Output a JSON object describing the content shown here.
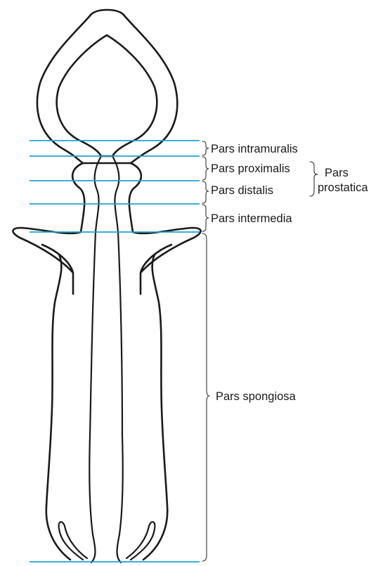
{
  "labels": {
    "intramuralis": "Pars intramuralis",
    "proximalis": "Pars proximalis",
    "distalis": "Pars distalis",
    "prostatica_line1": "Pars",
    "prostatica_line2": "prostatica",
    "intermedia": "Pars intermedia",
    "spongiosa": "Pars spongiosa"
  },
  "colors": {
    "guide_lines": "#1fa3d8",
    "outline": "#1a1a1a"
  }
}
